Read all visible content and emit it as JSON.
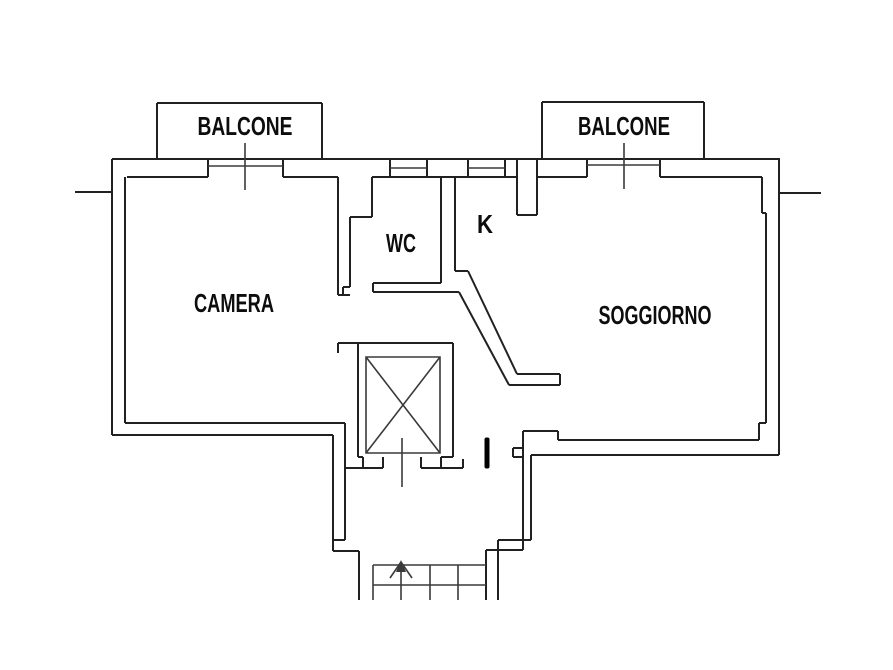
{
  "floorplan": {
    "labels": {
      "balcone_left": "BALCONE",
      "balcone_right": "BALCONE",
      "camera": "CAMERA",
      "wc": "WC",
      "kitchen": "K",
      "soggiorno": "SOGGIORNO"
    },
    "colors": {
      "wall": "#212121",
      "symbol": "#3a3a3a",
      "label": "#0d0d0d",
      "background": "#ffffff",
      "door_leaf": "#000000"
    }
  }
}
